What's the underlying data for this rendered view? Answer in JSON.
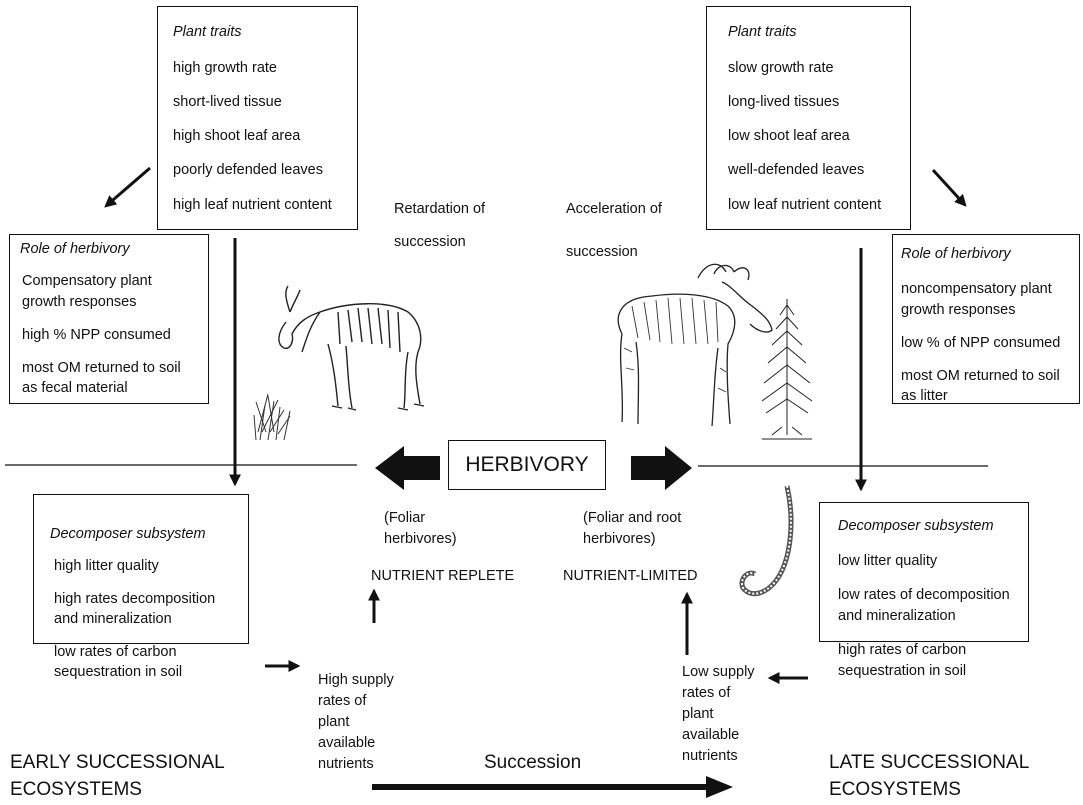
{
  "left_traits": {
    "title": "Plant traits",
    "items": [
      "high growth rate",
      "short-lived tissue",
      "high shoot leaf area",
      "poorly defended leaves",
      "high leaf nutrient content"
    ]
  },
  "right_traits": {
    "title": "Plant traits",
    "items": [
      "slow growth rate",
      "long-lived tissues",
      "low shoot leaf area",
      "well-defended leaves",
      "low leaf nutrient content"
    ]
  },
  "left_role": {
    "title": "Role of herbivory",
    "lines": [
      "Compensatory plant",
      "growth responses",
      "high % NPP consumed",
      "most OM returned to soil",
      "as fecal material"
    ]
  },
  "right_role": {
    "title": "Role of herbivory",
    "lines": [
      "noncompensatory plant",
      "growth responses",
      "low % of NPP consumed",
      "most OM returned to soil",
      "as litter"
    ]
  },
  "left_decomp": {
    "title": "Decomposer subsystem",
    "lines": [
      "high litter quality",
      "high rates decomposition",
      "and mineralization",
      "low rates of carbon",
      "sequestration in soil"
    ]
  },
  "right_decomp": {
    "title": "Decomposer subsystem",
    "lines": [
      "low litter quality",
      "low rates of decomposition",
      "and mineralization",
      "high rates of carbon",
      "sequestration in soil"
    ]
  },
  "retardation": [
    "Retardation of",
    "succession"
  ],
  "acceleration": [
    "Acceleration of",
    "succession"
  ],
  "herbivory": "HERBIVORY",
  "foliar_left": [
    "(Foliar",
    "herbivores)"
  ],
  "foliar_right": [
    "(Foliar and root",
    "herbivores)"
  ],
  "nutrient_replete": "NUTRIENT REPLETE",
  "nutrient_limited": "NUTRIENT-LIMITED",
  "high_supply": [
    "High supply",
    "rates of",
    "plant",
    "available",
    "nutrients"
  ],
  "low_supply": [
    "Low supply",
    "rates of",
    "plant",
    "available",
    "nutrients"
  ],
  "early": [
    "EARLY SUCCESSIONAL",
    "ECOSYSTEMS"
  ],
  "late": [
    "LATE SUCCESSIONAL",
    "ECOSYSTEMS"
  ],
  "succession": "Succession",
  "icons": {
    "deer": "deer-illustration",
    "moose": "moose-illustration",
    "tree": "spruce-tree-illustration",
    "grass": "grass-tuft-illustration",
    "worm": "root-worm-illustration"
  }
}
